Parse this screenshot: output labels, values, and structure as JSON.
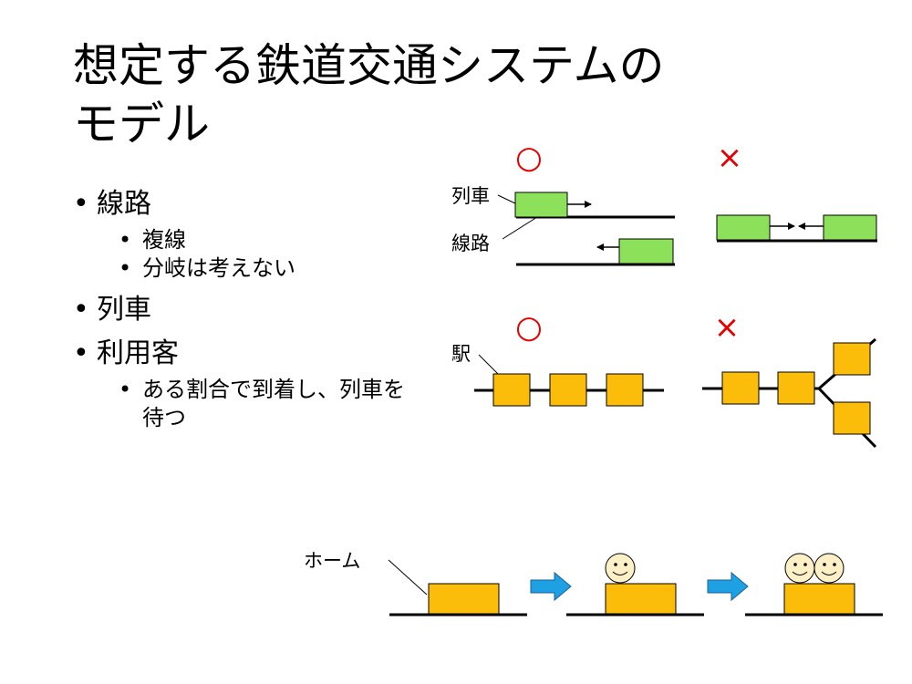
{
  "slide": {
    "title_line1": "想定する鉄道交通システムの",
    "title_line2": "モデル",
    "bullets": {
      "track": "線路",
      "double_track": "複線",
      "no_branching": "分岐は考えない",
      "train": "列車",
      "passenger": "利用客",
      "passenger_detail": "ある割合で到着し、列車を待つ"
    }
  },
  "diagram": {
    "ok_mark": "○",
    "ng_mark": "×",
    "label_train": "列車",
    "label_track": "線路",
    "label_station": "駅",
    "label_platform": "ホーム",
    "colors": {
      "train": "#8de05a",
      "station": "#fbbd0a",
      "arrow": "#1ea1e3",
      "face": "#fdf0c6",
      "mark": "#e60000"
    }
  }
}
